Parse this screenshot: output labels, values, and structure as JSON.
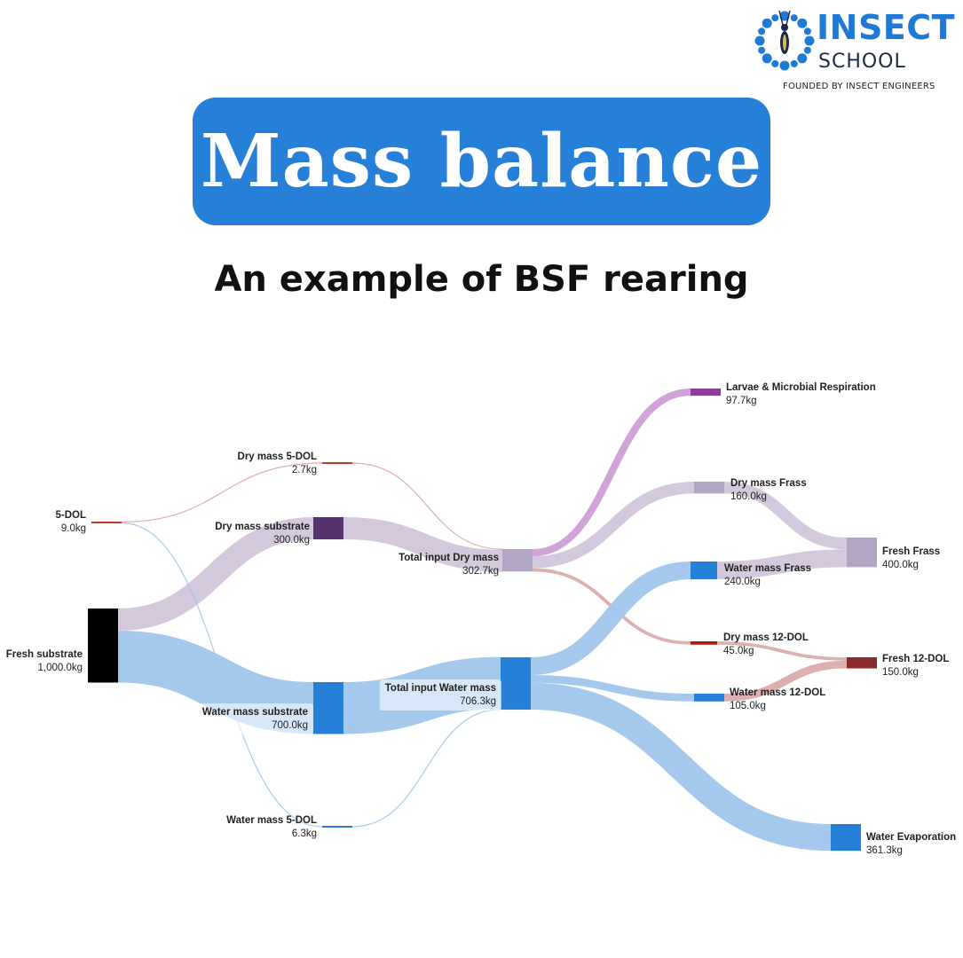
{
  "logo": {
    "insect": "INSECT",
    "school": "SCHOOL",
    "founded": "FOUNDED BY INSECT ENGINEERS"
  },
  "title": "Mass balance",
  "subtitle": "An example of BSF rearing",
  "colors": {
    "title_bg": "#2680d8",
    "dry_link": "#cfc3d8",
    "water_link": "#9fc6ec",
    "resp_link": "#cc99d4",
    "dol_dry_link": "#d9a6a6",
    "dol_water_link": "#9fc6ec"
  },
  "chart_data": {
    "type": "sankey",
    "nodes": [
      {
        "id": "fresh_substrate",
        "name": "Fresh substrate",
        "value": "1,000.0kg",
        "color": "#000000",
        "label_side": "left"
      },
      {
        "id": "dol5",
        "name": "5-DOL",
        "value": "9.0kg",
        "color": "#c0392b",
        "label_side": "left"
      },
      {
        "id": "dry_mass_5dol",
        "name": "Dry mass 5-DOL",
        "value": "2.7kg",
        "color": "#c0392b",
        "label_side": "left"
      },
      {
        "id": "dry_mass_substrate",
        "name": "Dry mass substrate",
        "value": "300.0kg",
        "color": "#55336e",
        "label_side": "left"
      },
      {
        "id": "water_mass_substrate",
        "name": "Water mass substrate",
        "value": "700.0kg",
        "color": "#2680d8",
        "label_side": "left"
      },
      {
        "id": "water_mass_5dol",
        "name": "Water mass 5-DOL",
        "value": "6.3kg",
        "color": "#2680d8",
        "label_side": "left"
      },
      {
        "id": "total_dry",
        "name": "Total input Dry mass",
        "value": "302.7kg",
        "color": "#b3a6c4",
        "label_side": "left"
      },
      {
        "id": "total_water",
        "name": "Total input Water mass",
        "value": "706.3kg",
        "color": "#2680d8",
        "label_side": "left"
      },
      {
        "id": "respiration",
        "name": "Larvae & Microbial Respiration",
        "value": "97.7kg",
        "color": "#8e3ba0",
        "label_side": "right"
      },
      {
        "id": "dry_frass",
        "name": "Dry mass Frass",
        "value": "160.0kg",
        "color": "#b3a6c4",
        "label_side": "right"
      },
      {
        "id": "water_frass",
        "name": "Water mass Frass",
        "value": "240.0kg",
        "color": "#2680d8",
        "label_side": "right"
      },
      {
        "id": "dry_12dol",
        "name": "Dry mass 12-DOL",
        "value": "45.0kg",
        "color": "#b01c14",
        "label_side": "right"
      },
      {
        "id": "water_12dol",
        "name": "Water mass 12-DOL",
        "value": "105.0kg",
        "color": "#2680d8",
        "label_side": "right"
      },
      {
        "id": "fresh_frass",
        "name": "Fresh Frass",
        "value": "400.0kg",
        "color": "#b3a6c4",
        "label_side": "right"
      },
      {
        "id": "fresh_12dol",
        "name": "Fresh 12-DOL",
        "value": "150.0kg",
        "color": "#8b2a2a",
        "label_side": "right"
      },
      {
        "id": "water_evap",
        "name": "Water Evaporation",
        "value": "361.3kg",
        "color": "#2680d8",
        "label_side": "right"
      }
    ],
    "links": [
      {
        "source": "fresh_substrate",
        "target": "dry_mass_substrate",
        "value": 300.0,
        "kind": "dry"
      },
      {
        "source": "fresh_substrate",
        "target": "water_mass_substrate",
        "value": 700.0,
        "kind": "water"
      },
      {
        "source": "dol5",
        "target": "dry_mass_5dol",
        "value": 2.7,
        "kind": "dol_dry"
      },
      {
        "source": "dol5",
        "target": "water_mass_5dol",
        "value": 6.3,
        "kind": "dol_water"
      },
      {
        "source": "dry_mass_5dol",
        "target": "total_dry",
        "value": 2.7,
        "kind": "dol_dry"
      },
      {
        "source": "dry_mass_substrate",
        "target": "total_dry",
        "value": 300.0,
        "kind": "dry"
      },
      {
        "source": "water_mass_substrate",
        "target": "total_water",
        "value": 700.0,
        "kind": "water"
      },
      {
        "source": "water_mass_5dol",
        "target": "total_water",
        "value": 6.3,
        "kind": "dol_water"
      },
      {
        "source": "total_dry",
        "target": "respiration",
        "value": 97.7,
        "kind": "resp"
      },
      {
        "source": "total_dry",
        "target": "dry_frass",
        "value": 160.0,
        "kind": "dry"
      },
      {
        "source": "total_dry",
        "target": "dry_12dol",
        "value": 45.0,
        "kind": "dol_dry"
      },
      {
        "source": "total_water",
        "target": "water_frass",
        "value": 240.0,
        "kind": "water"
      },
      {
        "source": "total_water",
        "target": "water_12dol",
        "value": 105.0,
        "kind": "water"
      },
      {
        "source": "total_water",
        "target": "water_evap",
        "value": 361.3,
        "kind": "water"
      },
      {
        "source": "dry_frass",
        "target": "fresh_frass",
        "value": 160.0,
        "kind": "dry"
      },
      {
        "source": "water_frass",
        "target": "fresh_frass",
        "value": 240.0,
        "kind": "dry"
      },
      {
        "source": "dry_12dol",
        "target": "fresh_12dol",
        "value": 45.0,
        "kind": "dol_dry"
      },
      {
        "source": "water_12dol",
        "target": "fresh_12dol",
        "value": 105.0,
        "kind": "dol_dry"
      }
    ]
  }
}
